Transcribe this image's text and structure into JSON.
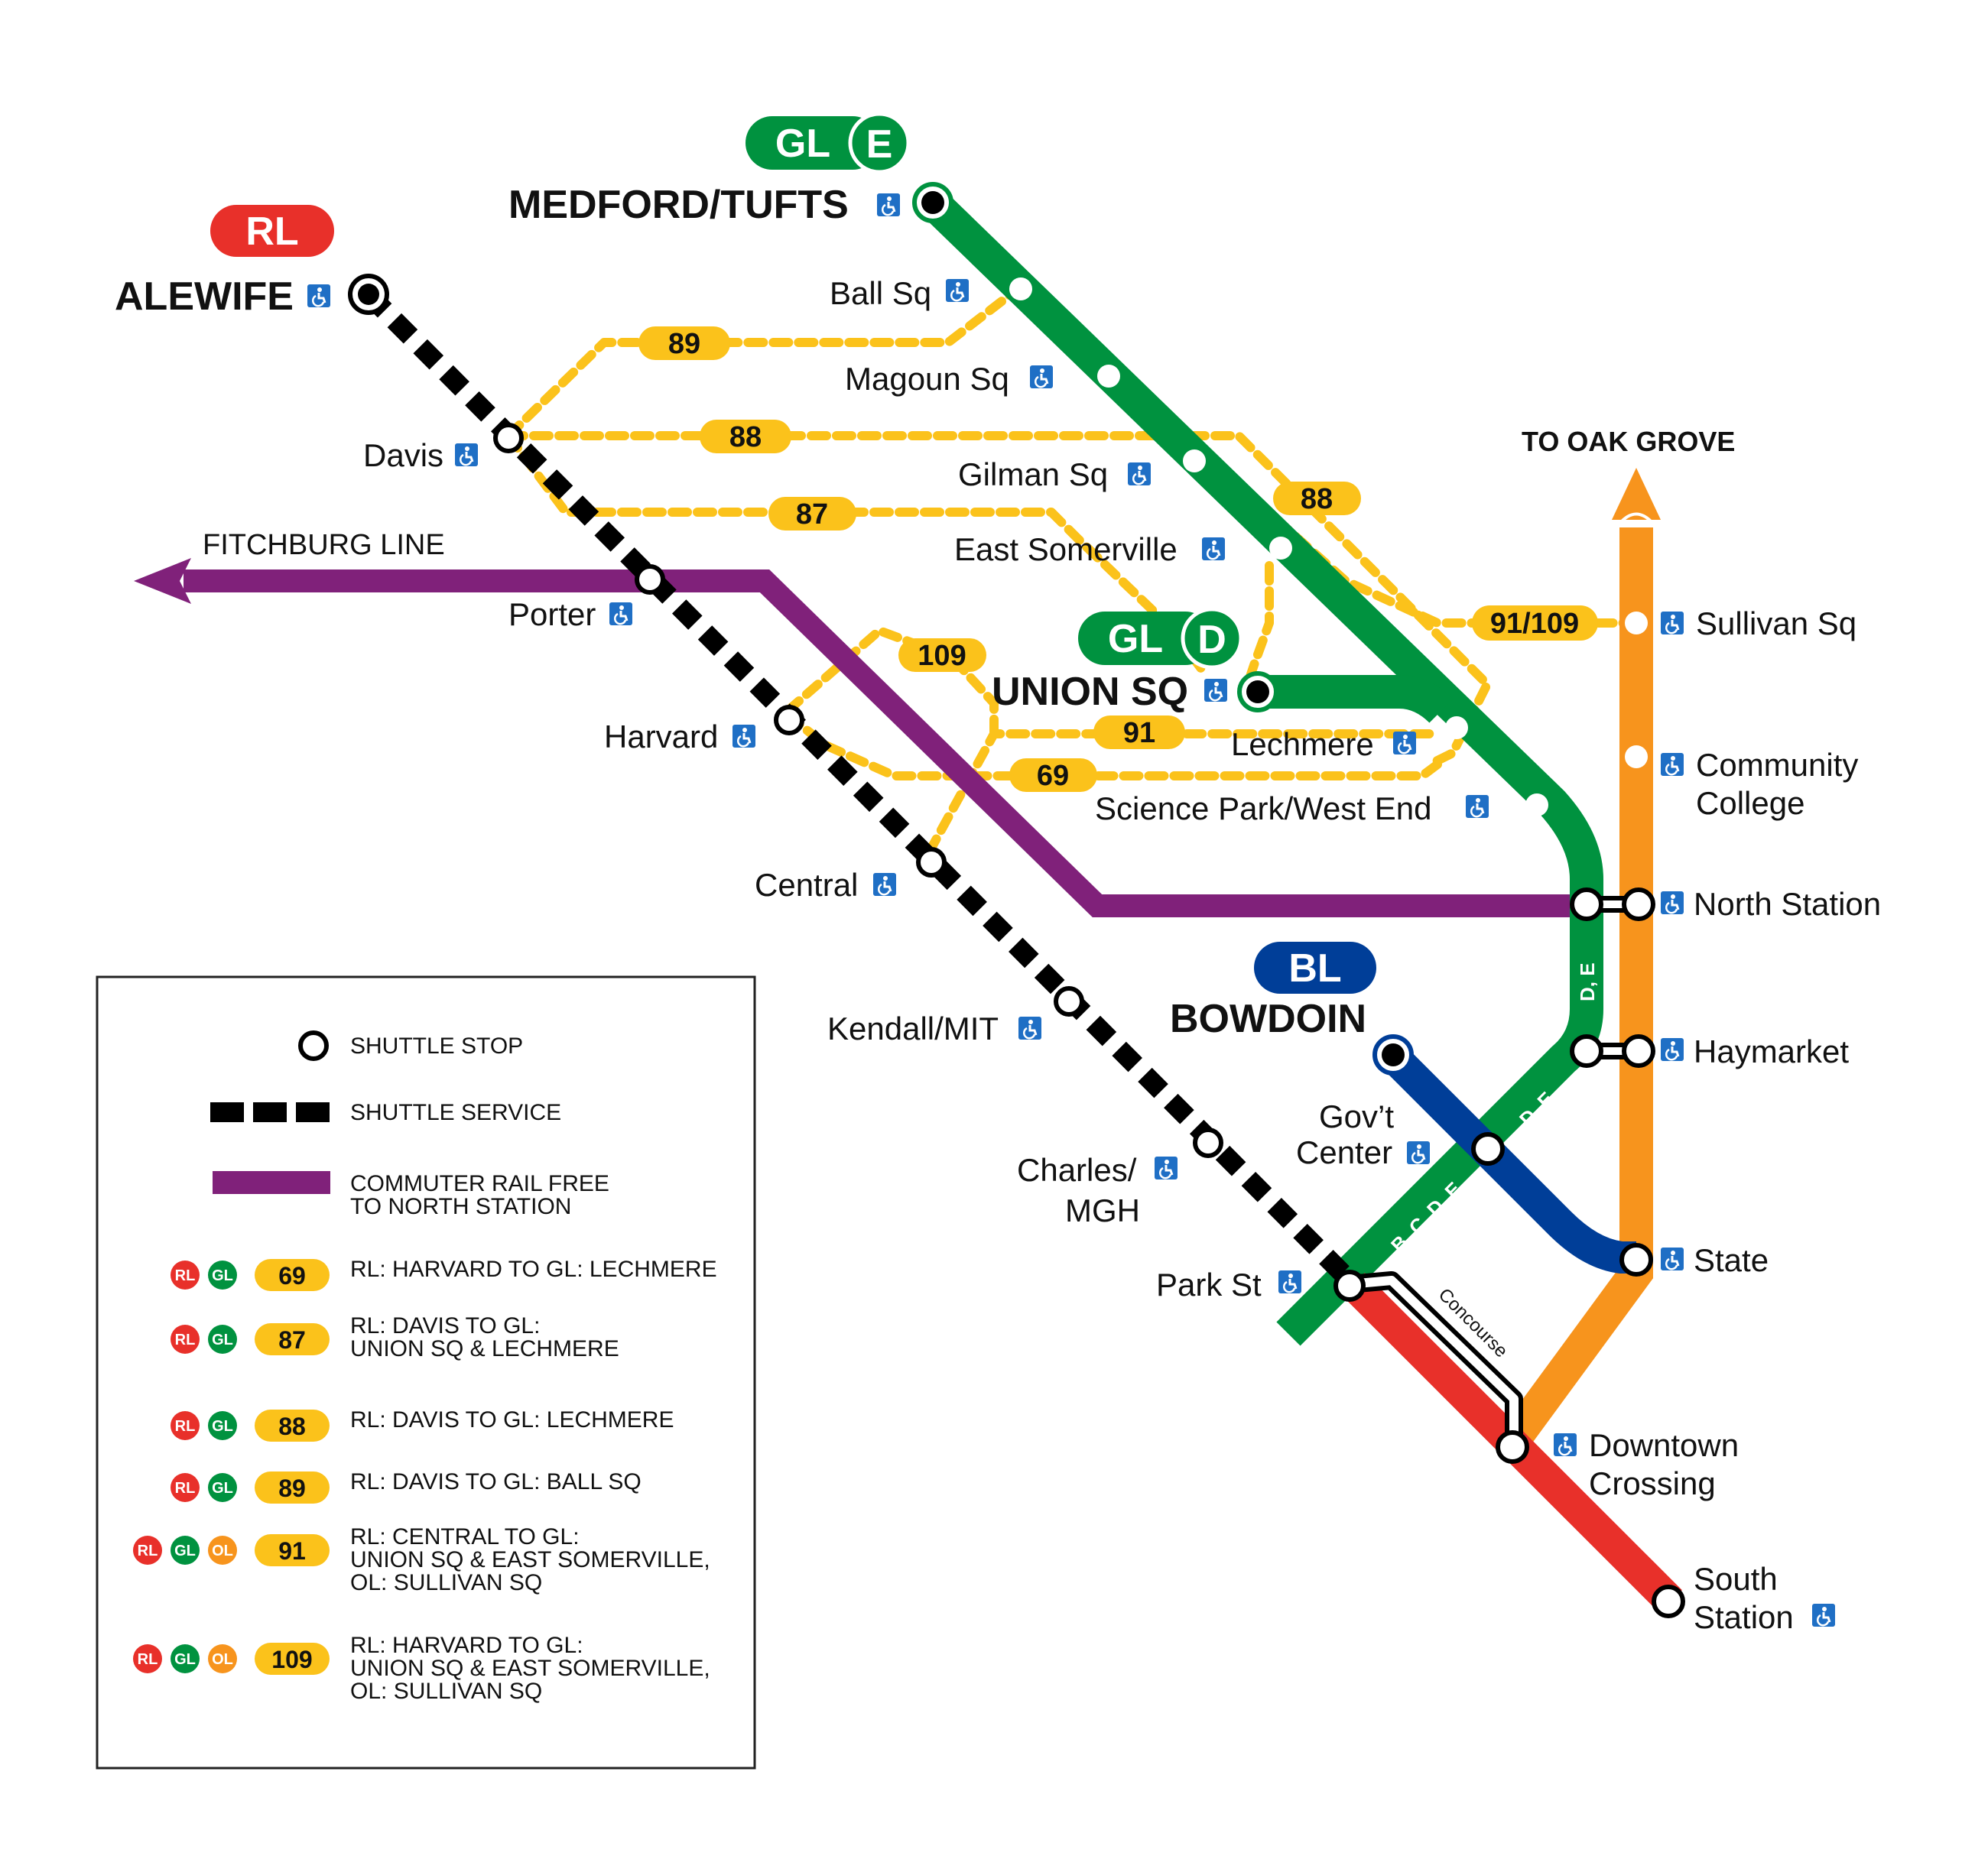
{
  "lines": {
    "red": {
      "badge": "RL",
      "color": "#e8302a"
    },
    "green": {
      "badge": "GL",
      "color": "#00923f"
    },
    "green_e": {
      "badge": "E"
    },
    "green_d": {
      "badge": "D"
    },
    "blue": {
      "badge": "BL",
      "color": "#003e98"
    },
    "orange": {
      "color": "#f7941d"
    },
    "commuter": {
      "color": "#80217a"
    },
    "bus": {
      "color": "#fbc21b"
    }
  },
  "terminals": {
    "alewife": "ALEWIFE",
    "medford": "MEDFORD/TUFTS",
    "union": "UNION SQ",
    "bowdoin": "BOWDOIN"
  },
  "stations": {
    "davis": "Davis",
    "porter": "Porter",
    "harvard": "Harvard",
    "central": "Central",
    "kendall": "Kendall/MIT",
    "charles_1": "Charles/",
    "charles_2": "MGH",
    "park": "Park St",
    "downtown_1": "Downtown",
    "downtown_2": "Crossing",
    "south_1": "South",
    "south_2": "Station",
    "ball": "Ball Sq",
    "magoun": "Magoun Sq",
    "gilman": "Gilman Sq",
    "east_somerville": "East Somerville",
    "lechmere": "Lechmere",
    "science_park": "Science Park/West End",
    "sullivan": "Sullivan Sq",
    "community_1": "Community",
    "community_2": "College",
    "north_station": "North Station",
    "haymarket": "Haymarket",
    "govt_1": "Gov’t",
    "govt_2": "Center",
    "state": "State"
  },
  "labels": {
    "fitchburg": "FITCHBURG LINE",
    "oak_grove": "TO OAK GROVE",
    "concourse": "Concourse",
    "seg_de_1": "D, E",
    "seg_de_2": "D, E",
    "seg_bcde": "B, C, D, E"
  },
  "bus_routes": {
    "r89": "89",
    "r88a": "88",
    "r88b": "88",
    "r87": "87",
    "r109": "109",
    "r91": "91",
    "r69": "69",
    "r91_109": "91/109"
  },
  "legend": {
    "shuttle_stop": "SHUTTLE STOP",
    "shuttle_service": "SHUTTLE SERVICE",
    "commuter_1": "COMMUTER RAIL FREE",
    "commuter_2": "TO NORTH STATION",
    "badge_rl": "RL",
    "badge_gl": "GL",
    "badge_ol": "OL",
    "routes": [
      {
        "num": "69",
        "lines": [
          "RL: HARVARD TO GL: LECHMERE"
        ]
      },
      {
        "num": "87",
        "lines": [
          "RL: DAVIS TO GL:",
          "UNION SQ & LECHMERE"
        ]
      },
      {
        "num": "88",
        "lines": [
          "RL: DAVIS TO GL: LECHMERE"
        ]
      },
      {
        "num": "89",
        "lines": [
          "RL: DAVIS TO GL: BALL SQ"
        ]
      },
      {
        "num": "91",
        "lines": [
          "RL: CENTRAL TO GL:",
          "UNION SQ & EAST SOMERVILLE,",
          "OL: SULLIVAN SQ"
        ]
      },
      {
        "num": "109",
        "lines": [
          "RL: HARVARD TO GL:",
          "UNION SQ & EAST SOMERVILLE,",
          "OL: SULLIVAN SQ"
        ]
      }
    ]
  }
}
